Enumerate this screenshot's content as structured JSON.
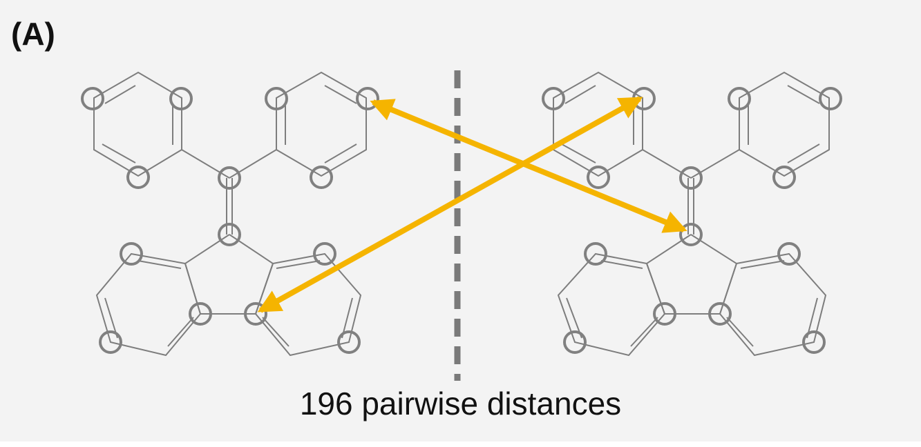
{
  "figure": {
    "panel_label": "(A)",
    "caption": "196 pairwise distances"
  },
  "colors": {
    "background": "#f3f3f3",
    "bond": "#7d7d7d",
    "atom_ring": "#808080",
    "divider": "#7a7a7a",
    "arrow": "#f5b400"
  },
  "molecules": [
    {
      "name": "left-molecule",
      "role": "molecule-copy"
    },
    {
      "name": "right-molecule",
      "role": "molecule-copy"
    }
  ],
  "arrows": [
    {
      "name": "distance-arrow-1",
      "from": "left top-right phenyl atom",
      "to": "right central carbon",
      "heads": "both"
    },
    {
      "name": "distance-arrow-2",
      "from": "left fluorene inner atom",
      "to": "right top-left phenyl atom",
      "heads": "both"
    }
  ]
}
